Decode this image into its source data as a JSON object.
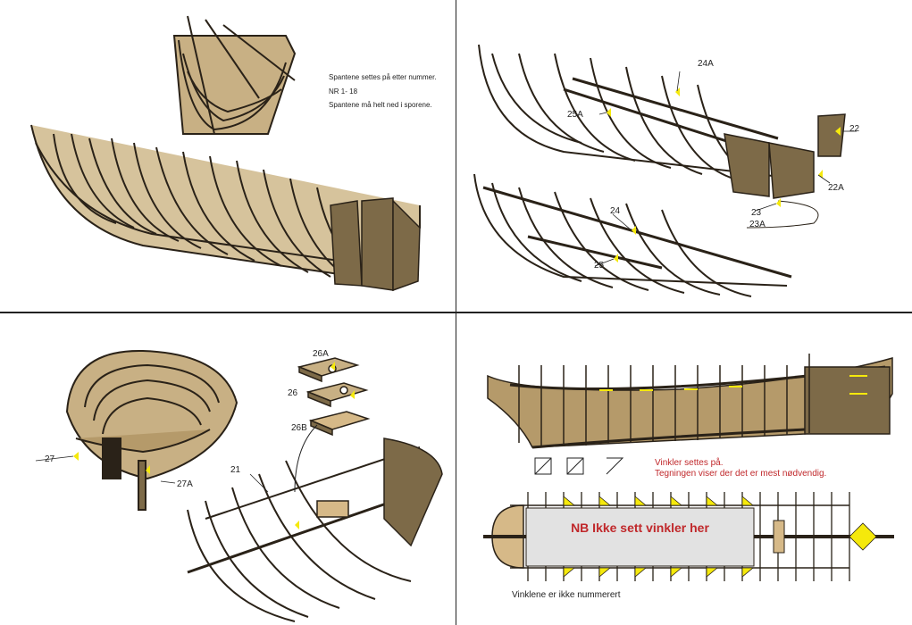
{
  "colors": {
    "wood": "#b59a6a",
    "wood_dark": "#7d6a48",
    "edge": "#2a2218",
    "yellow": "#f5e90c",
    "red_text": "#c0282b",
    "box_gray": "#e2e2e2"
  },
  "panel1": {
    "note_line1": "Spantene settes på etter nummer.",
    "note_line2": "NR 1- 18",
    "note_line3": "Spantene må helt ned i sporene."
  },
  "panel2": {
    "labels": [
      "24A",
      "25A",
      "22",
      "22A",
      "23",
      "23A",
      "24",
      "25"
    ]
  },
  "panel3": {
    "labels": [
      "26A",
      "26",
      "26B",
      "27",
      "27A",
      "21"
    ]
  },
  "panel4": {
    "red_line1": "Vinkler settes på.",
    "red_line2": "Tegningen viser der det er mest nødvendig.",
    "box_text": "NB Ikke sett vinkler her",
    "footer": "Vinklene er ikke nummerert",
    "icons": [
      "square-diagonal-icon",
      "square-diagonal-icon",
      "corner-bracket-icon"
    ]
  }
}
